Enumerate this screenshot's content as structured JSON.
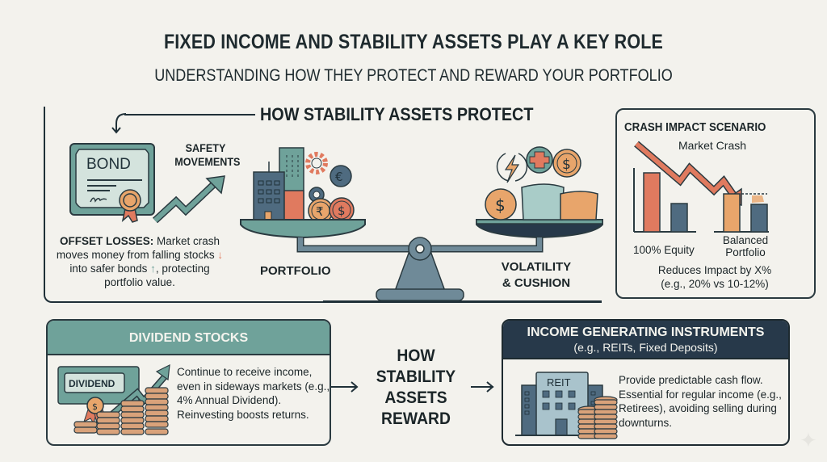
{
  "header": {
    "title": "FIXED INCOME AND STABILITY ASSETS PLAY A KEY ROLE",
    "subtitle": "UNDERSTANDING HOW THEY PROTECT AND REWARD YOUR PORTFOLIO"
  },
  "protect": {
    "heading": "HOW STABILITY ASSETS PROTECT",
    "bond_label": "BOND",
    "safety_label_line1": "SAFETY",
    "safety_label_line2": "MOVEMENTS",
    "offset_bold": "OFFSET LOSSES:",
    "offset_text_1": " Market crash moves money from falling stocks ",
    "offset_text_2": " into safer bonds ",
    "offset_text_3": ", protecting portfolio value.",
    "portfolio_label": "PORTFOLIO",
    "volatility_label_line1": "VOLATILITY",
    "volatility_label_line2": "& CUSHION",
    "portfolio_icons": [
      "office-building-icon",
      "gear-icon",
      "euro-gear-icon",
      "rupee-coin-icon",
      "dollar-coin-icon"
    ],
    "cushion_icons": [
      "lightning-icon",
      "plus-icon",
      "dollar-coin-icon",
      "pillow-icon"
    ]
  },
  "crash": {
    "title": "CRASH IMPACT SCENARIO",
    "subtitle": "Market Crash",
    "equity_label": "100% Equity",
    "balanced_label_line1": "Balanced",
    "balanced_label_line2": "Portfolio",
    "reduces_line1": "Reduces Impact by X%",
    "reduces_line2": "(e.g., 20% vs 10-12%)"
  },
  "reward": {
    "title_line1": "HOW",
    "title_line2": "STABILITY",
    "title_line3": "ASSETS",
    "title_line4": "REWARD"
  },
  "dividend": {
    "header": "DIVIDEND STOCKS",
    "certificate_label": "DIVIDEND",
    "text": "Continue to receive income, even in sideways markets (e.g., 4% Annual Dividend). Reinvesting boosts returns."
  },
  "income": {
    "header_line1": "INCOME GENERATING INSTRUMENTS",
    "header_line2": "(e.g., REITs, Fixed Deposits)",
    "building_label": "REIT",
    "text": "Provide predictable cash flow. Essential for regular income (e.g., Retirees), avoiding selling during downturns."
  },
  "colors": {
    "teal": "#6fa29a",
    "navy": "#27394a",
    "coral": "#e07a5f",
    "sand": "#e8a56b",
    "slate": "#4f6b80",
    "background": "#f3f2ed"
  }
}
